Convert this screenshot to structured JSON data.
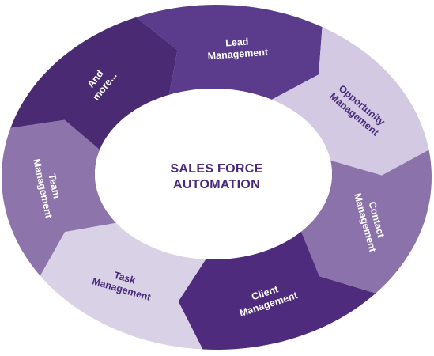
{
  "center": {
    "title_line1": "SALES FORCE",
    "title_line2": "AUTOMATION"
  },
  "segments": [
    {
      "line1": "Lead",
      "line2": "Management",
      "color": "#5b3b8c",
      "text_color": "#ffffff"
    },
    {
      "line1": "Opportunity",
      "line2": "Management",
      "color": "#d3c9e2",
      "text_color": "#4a2a7a"
    },
    {
      "line1": "Contact",
      "line2": "Management",
      "color": "#8c72aa",
      "text_color": "#ffffff"
    },
    {
      "line1": "Client",
      "line2": "Management",
      "color": "#4e2b7d",
      "text_color": "#ffffff"
    },
    {
      "line1": "Task",
      "line2": "Management",
      "color": "#d9d1e6",
      "text_color": "#4a2a7a"
    },
    {
      "line1": "Team",
      "line2": "Management",
      "color": "#8d74ab",
      "text_color": "#ffffff"
    },
    {
      "line1": "And",
      "line2": "more...",
      "color": "#4a2a72",
      "text_color": "#ffffff"
    }
  ]
}
